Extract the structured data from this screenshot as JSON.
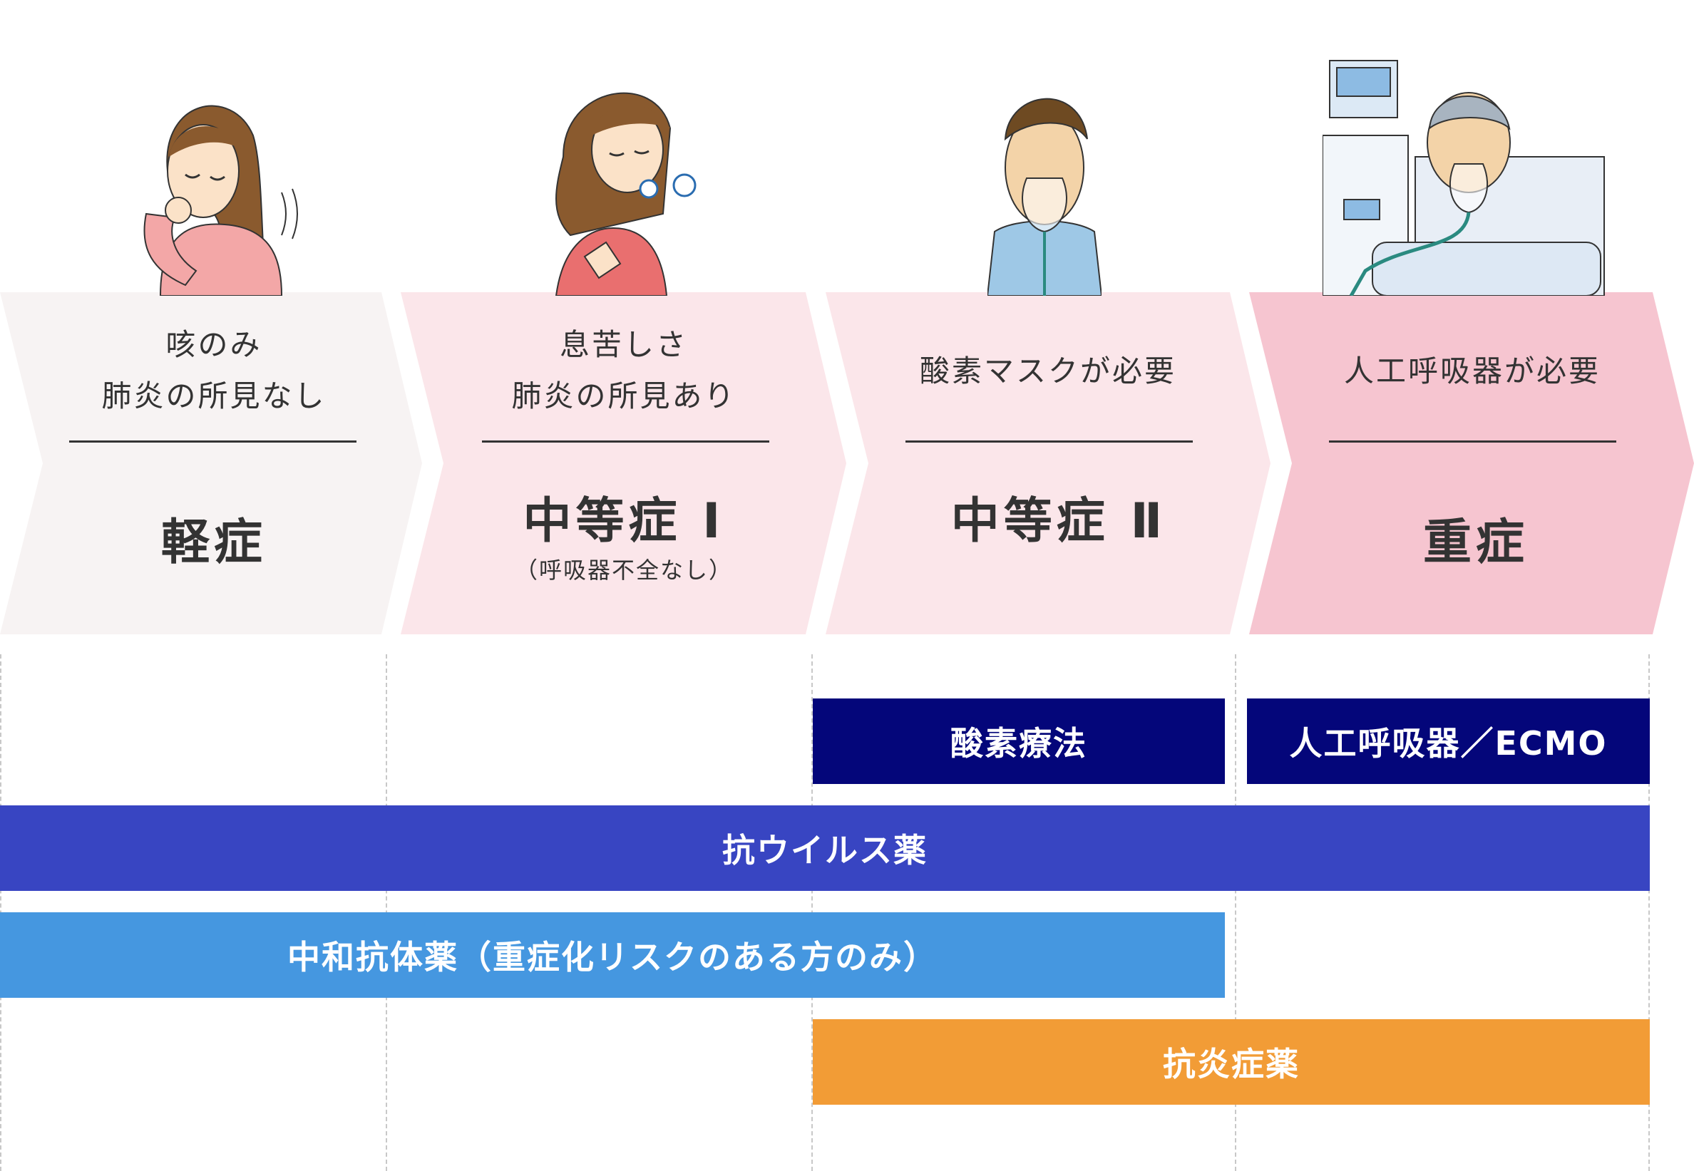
{
  "stages": [
    {
      "symptom": "咳のみ\n肺炎の所見なし",
      "severity": "軽症",
      "note": ""
    },
    {
      "symptom": "息苦しさ\n肺炎の所見あり",
      "severity": "中等症 Ⅰ",
      "note": "（呼吸器不全なし）"
    },
    {
      "symptom": "酸素マスクが必要",
      "severity": "中等症 Ⅱ",
      "note": ""
    },
    {
      "symptom": "人工呼吸器が必要",
      "severity": "重症",
      "note": ""
    }
  ],
  "treatments": {
    "oxygen": "酸素療法",
    "ventilator": "人工呼吸器／ECMO",
    "antiviral": "抗ウイルス薬",
    "antibody": "中和抗体薬（重症化リスクのある方のみ）",
    "anti_inflammatory": "抗炎症薬"
  },
  "colors": {
    "stage1": "#f7f3f3",
    "stage2": "#fbe6ea",
    "stage3": "#fbe6ea",
    "stage4": "#f6c5d0",
    "oxygen": "#04067a",
    "ventilator": "#04067a",
    "antiviral": "#3845c2",
    "antibody": "#4597e0",
    "anti_inflammatory": "#f29c36"
  },
  "icons": [
    "coughing-woman-icon",
    "breathless-woman-icon",
    "oxygen-mask-man-icon",
    "ventilator-patient-icon"
  ]
}
